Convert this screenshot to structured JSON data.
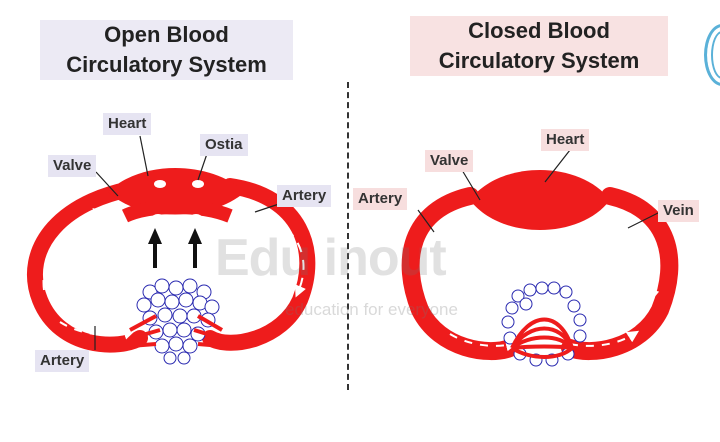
{
  "left": {
    "title_line1": "Open Blood",
    "title_line2": "Circulatory System",
    "labels": {
      "heart": "Heart",
      "ostia": "Ostia",
      "valve": "Valve",
      "artery_right": "Artery",
      "artery_bottom": "Artery"
    }
  },
  "right": {
    "title_line1": "Closed Blood",
    "title_line2": "Circulatory System",
    "labels": {
      "heart": "Heart",
      "valve": "Valve",
      "artery": "Artery",
      "vein": "Vein"
    }
  },
  "watermark": {
    "text": "Edu inout",
    "subtext": "education for everyone"
  },
  "colors": {
    "vessel": "#ee1c1c",
    "arrow_flow": "#ffffff",
    "tissue_outline": "#2a2ab0",
    "left_label_bg": "#e6e4f2",
    "right_label_bg": "#f7dede"
  }
}
